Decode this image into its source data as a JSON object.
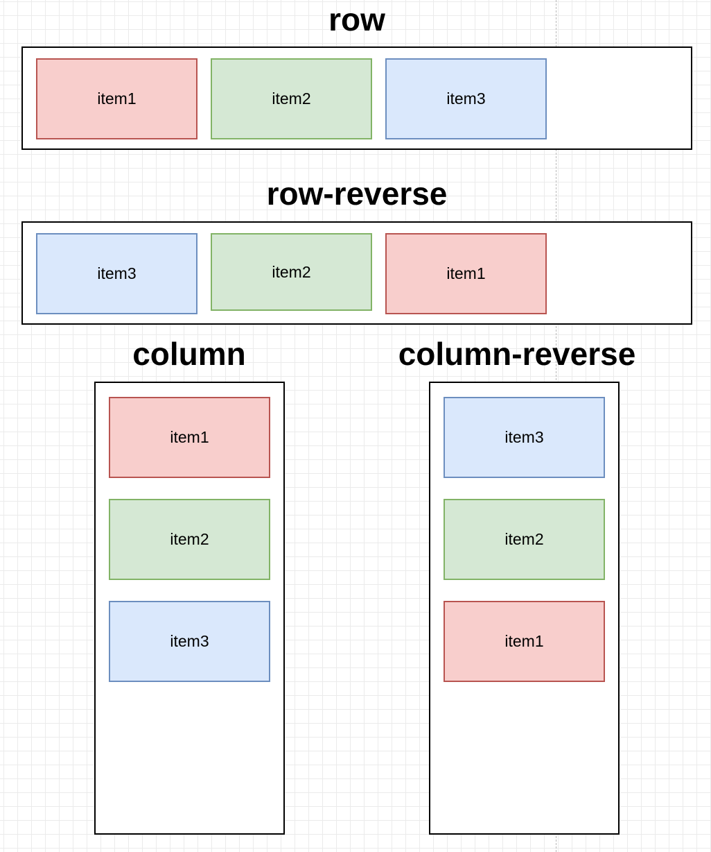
{
  "colors": {
    "item1": {
      "fill": "#f8cecc",
      "stroke": "#b85450"
    },
    "item2": {
      "fill": "#d5e8d4",
      "stroke": "#82b366"
    },
    "item3": {
      "fill": "#dae8fc",
      "stroke": "#6c8ebf"
    }
  },
  "sections": {
    "row": {
      "title": "row",
      "items": [
        {
          "label": "item1",
          "color": "item1"
        },
        {
          "label": "item2",
          "color": "item2"
        },
        {
          "label": "item3",
          "color": "item3"
        }
      ]
    },
    "row_reverse": {
      "title": "row-reverse",
      "items": [
        {
          "label": "item3",
          "color": "item3"
        },
        {
          "label": "item2",
          "color": "item2"
        },
        {
          "label": "item1",
          "color": "item1"
        }
      ]
    },
    "column": {
      "title": "column",
      "items": [
        {
          "label": "item1",
          "color": "item1"
        },
        {
          "label": "item2",
          "color": "item2"
        },
        {
          "label": "item3",
          "color": "item3"
        }
      ]
    },
    "column_reverse": {
      "title": "column-reverse",
      "items": [
        {
          "label": "item3",
          "color": "item3"
        },
        {
          "label": "item2",
          "color": "item2"
        },
        {
          "label": "item1",
          "color": "item1"
        }
      ]
    }
  }
}
